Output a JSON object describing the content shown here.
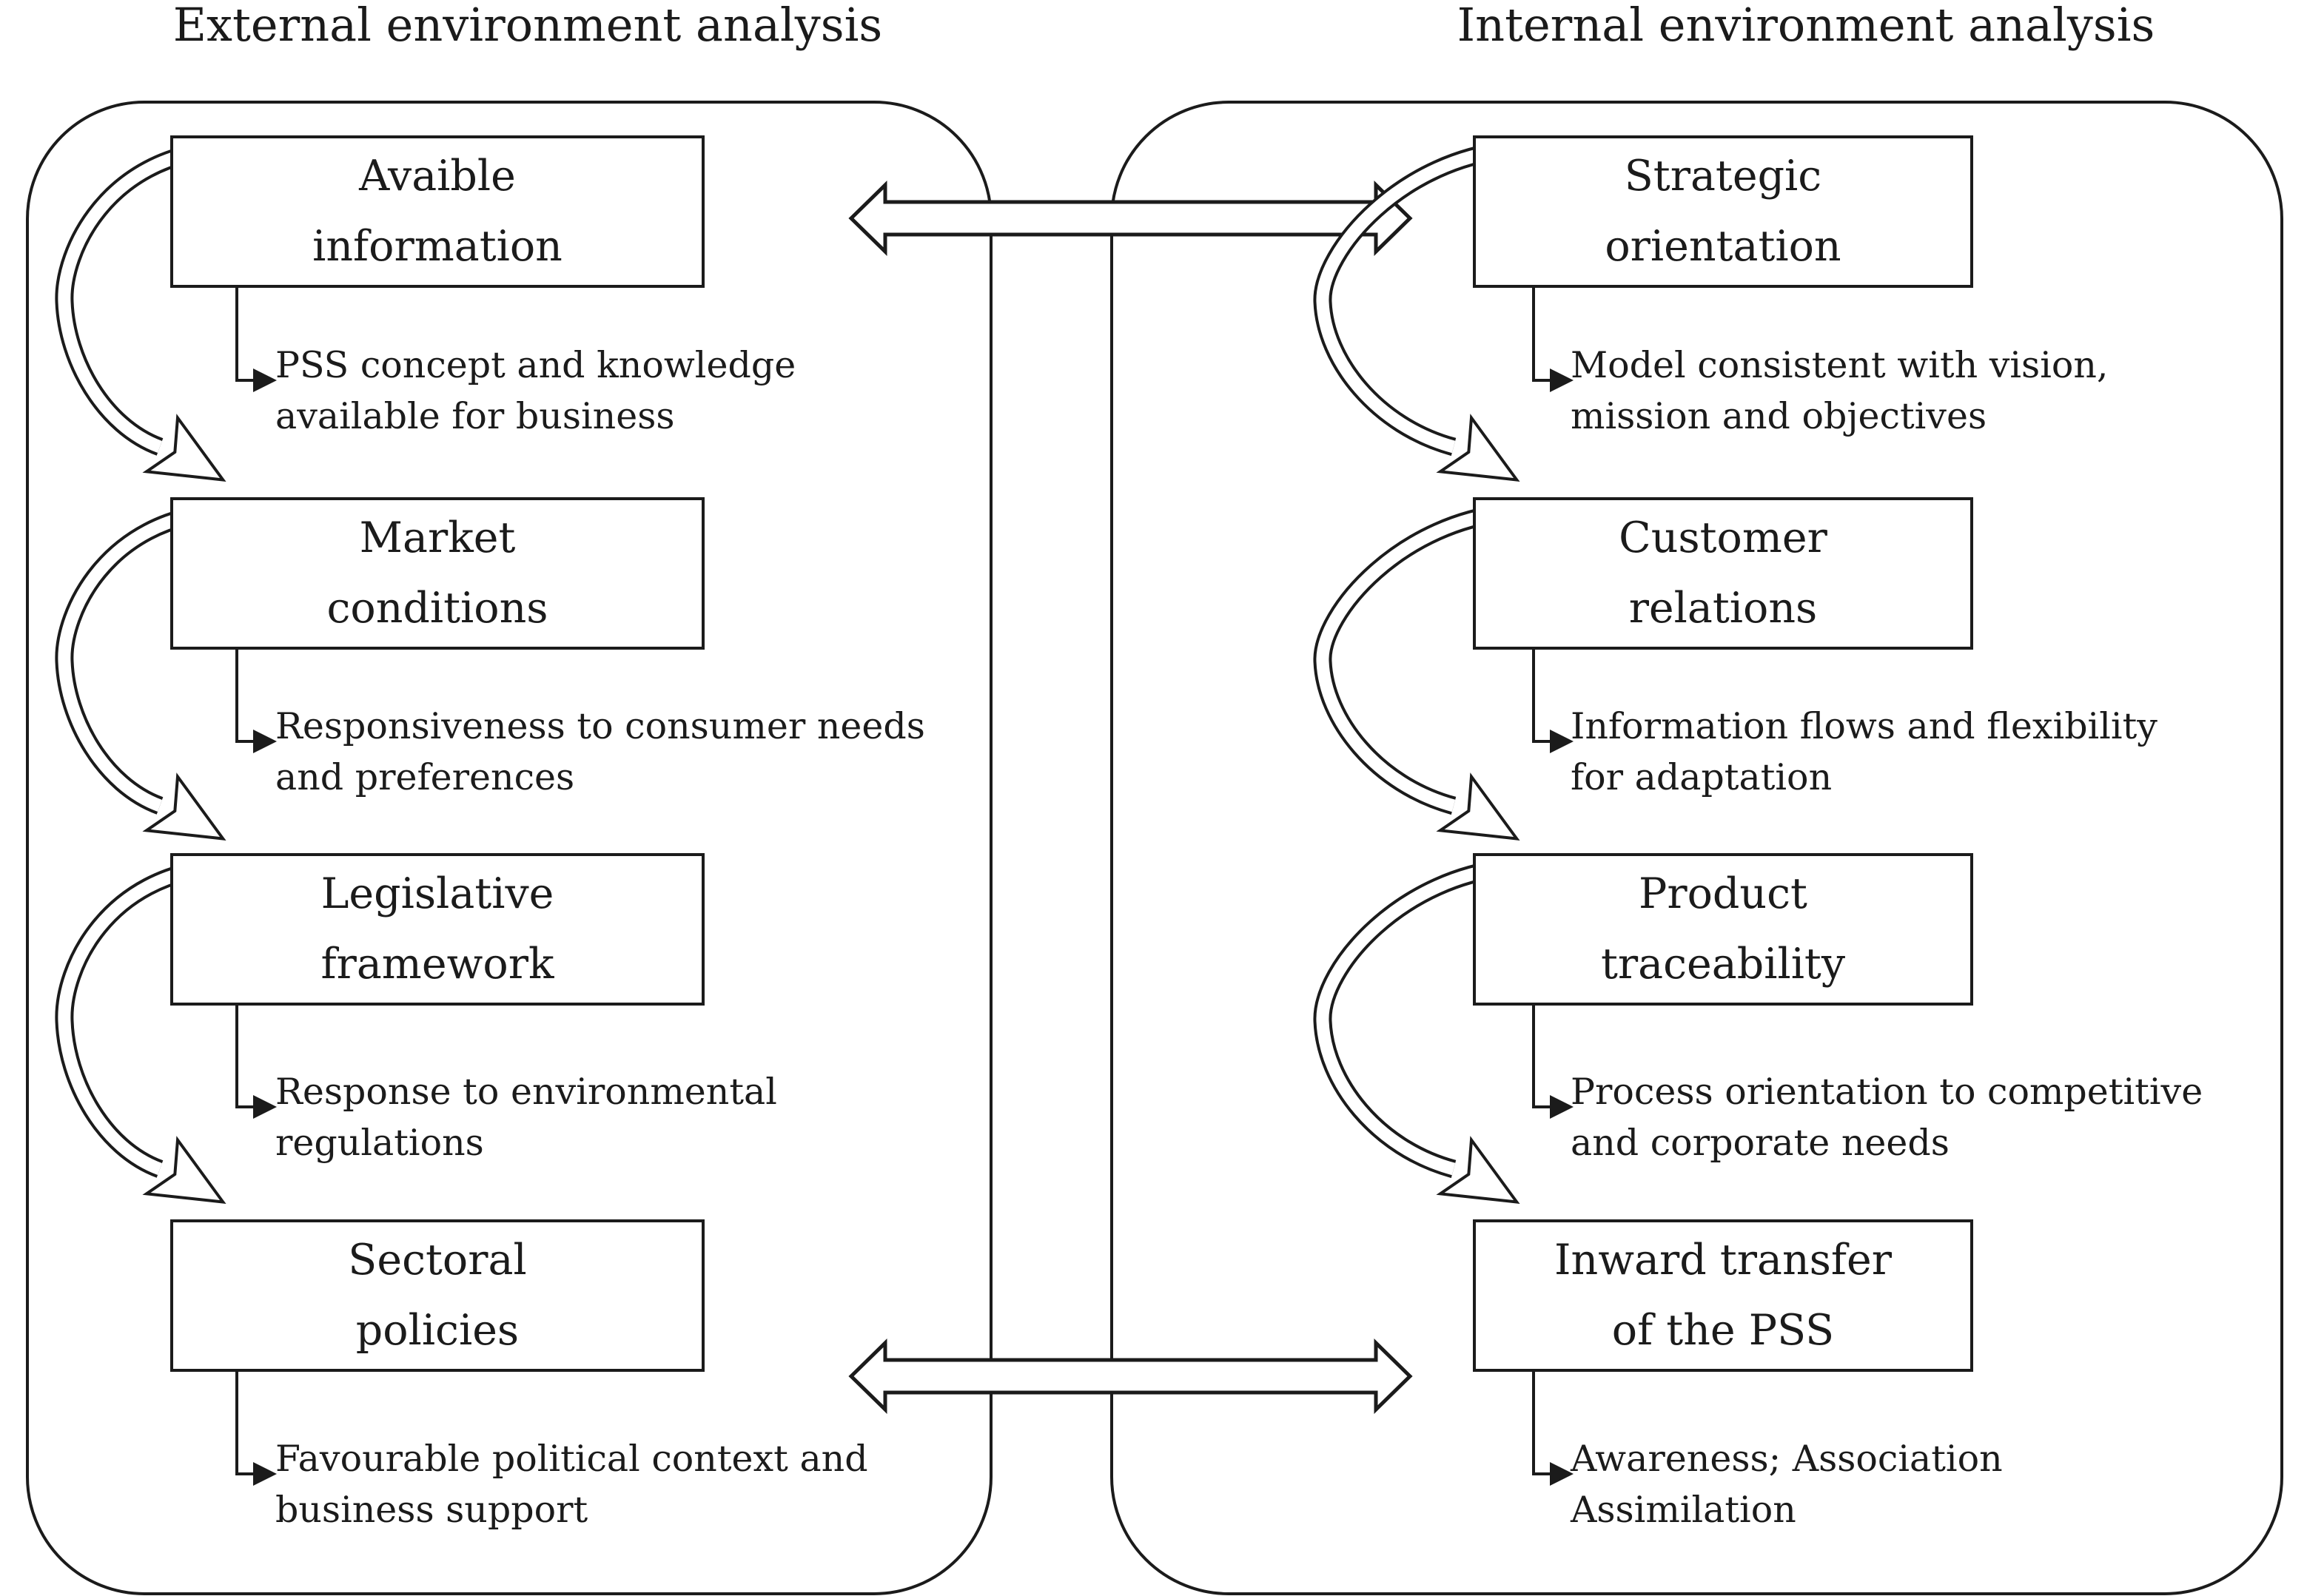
{
  "diagram": {
    "background_color": "#ffffff",
    "ink_color": "#1b1b1b",
    "icons": {
      "panel_link": "double-headed-arrow-icon",
      "sequence": "curved-flow-arrow-icon",
      "detail": "elbow-arrow-icon"
    },
    "panels": [
      {
        "title": "External environment analysis",
        "items": [
          {
            "label": "Avaible\ninformation",
            "note": "PSS concept and knowledge\navailable for business"
          },
          {
            "label": "Market\nconditions",
            "note": "Responsiveness to consumer needs\nand preferences"
          },
          {
            "label": "Legislative\nframework",
            "note": "Response to environmental\nregulations"
          },
          {
            "label": "Sectoral\npolicies",
            "note": "Favourable political context and\nbusiness support"
          }
        ]
      },
      {
        "title": "Internal environment analysis",
        "items": [
          {
            "label": "Strategic\norientation",
            "note": "Model consistent with vision,\nmission and objectives"
          },
          {
            "label": "Customer\nrelations",
            "note": "Information flows and flexibility\nfor adaptation"
          },
          {
            "label": "Product\ntraceability",
            "note": "Process orientation to competitive\nand corporate needs"
          },
          {
            "label": "Inward transfer\nof the PSS",
            "note": "Awareness; Association\nAssimilation"
          }
        ]
      }
    ]
  }
}
